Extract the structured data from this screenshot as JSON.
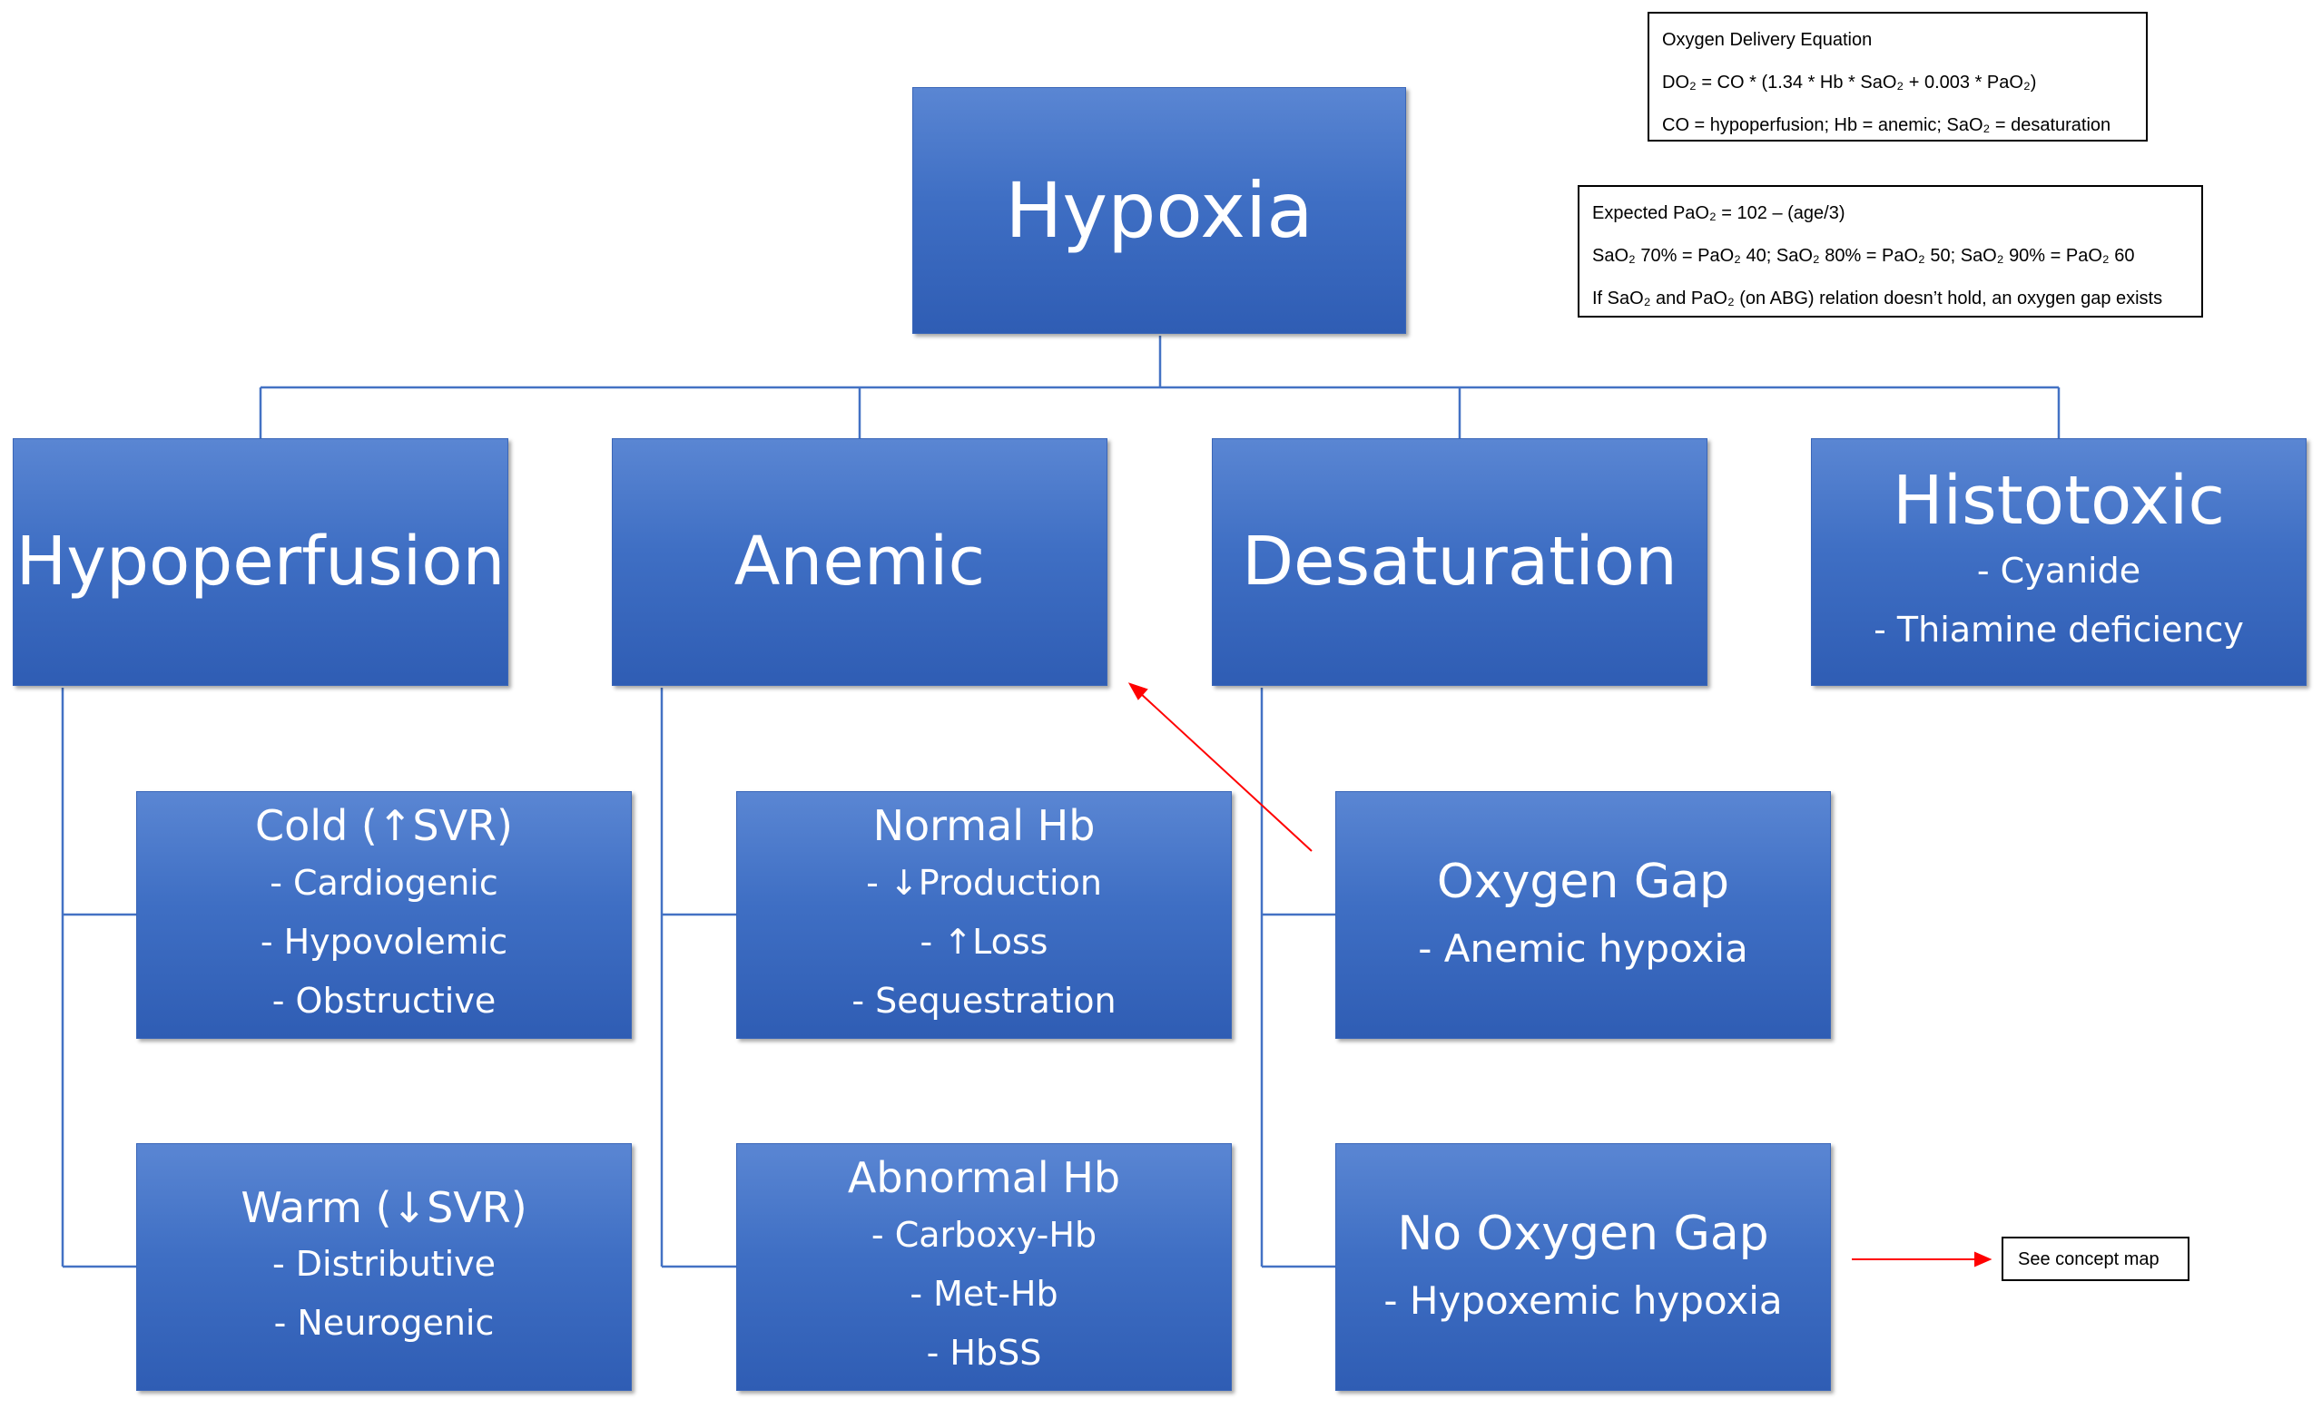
{
  "root": {
    "title": "Hypoxia"
  },
  "categories": [
    {
      "title": "Hypoperfusion"
    },
    {
      "title": "Anemic"
    },
    {
      "title": "Desaturation"
    },
    {
      "title": "Histotoxic",
      "items": [
        "- Cyanide",
        "- Thiamine deficiency"
      ]
    }
  ],
  "subcategories": {
    "cold": {
      "title": "Cold (↑SVR)",
      "items": [
        "- Cardiogenic",
        "- Hypovolemic",
        "- Obstructive"
      ]
    },
    "warm": {
      "title": "Warm (↓SVR)",
      "items": [
        "- Distributive",
        "- Neurogenic"
      ]
    },
    "normal_hb": {
      "title": "Normal Hb",
      "items": [
        "- ↓Production",
        "- ↑Loss",
        "- Sequestration"
      ]
    },
    "abnormal_hb": {
      "title": "Abnormal Hb",
      "items": [
        "- Carboxy-Hb",
        "- Met-Hb",
        "- HbSS"
      ]
    },
    "oxygen_gap": {
      "title": "Oxygen Gap",
      "items": [
        "- Anemic hypoxia"
      ]
    },
    "no_oxygen_gap": {
      "title": "No Oxygen Gap",
      "items": [
        "- Hypoxemic hypoxia"
      ]
    }
  },
  "notes": {
    "delivery": {
      "line1": "Oxygen Delivery Equation",
      "line2": "DO₂ = CO * (1.34 * Hb * SaO₂ + 0.003 * PaO₂)",
      "line3": "CO = hypoperfusion; Hb = anemic; SaO₂ = desaturation"
    },
    "expected": {
      "line1": "Expected PaO₂ = 102 – (age/3)",
      "line2": "SaO₂ 70% = PaO₂ 40; SaO₂ 80% = PaO₂ 50; SaO₂ 90% = PaO₂ 60",
      "line3": "If SaO₂ and PaO₂ (on ABG) relation doesn’t hold, an oxygen gap exists"
    },
    "concept_map": "See concept map"
  },
  "colors": {
    "box": "#4472c4",
    "connector": "#4472c4",
    "arrow": "#ff0000"
  }
}
